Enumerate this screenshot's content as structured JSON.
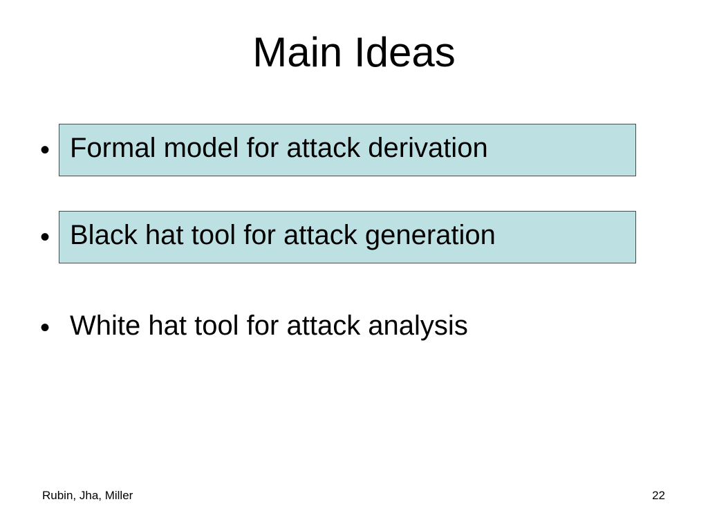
{
  "slide": {
    "title": "Main Ideas",
    "bullets": [
      {
        "text": "Formal model for attack derivation",
        "highlighted": true
      },
      {
        "text": "Black hat tool for attack generation",
        "highlighted": true
      },
      {
        "text": "White hat tool for attack analysis",
        "highlighted": false
      }
    ],
    "bullet_glyph": "•",
    "footer": {
      "authors": "Rubin, Jha, Miller",
      "page_number": "22"
    }
  },
  "colors": {
    "highlight_fill": "#bde0e3",
    "highlight_border": "#4a4a4a",
    "text": "#000000",
    "background": "#ffffff"
  }
}
